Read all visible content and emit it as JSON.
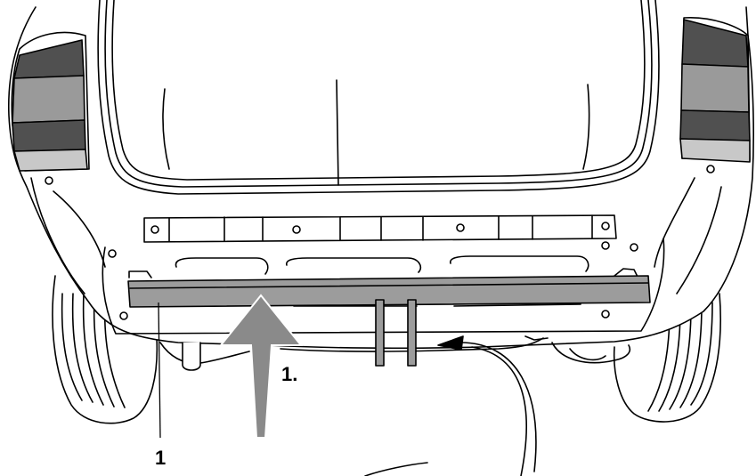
{
  "labels": {
    "callout_part": "1",
    "step": "1."
  },
  "colors": {
    "line": "#000000",
    "background": "#ffffff",
    "taillight_dark": "#505050",
    "taillight_mid": "#9a9a9a",
    "taillight_light": "#c8c8c8",
    "bumper_beam": "#9c9c9c",
    "arrow_fill": "#8a8a8a"
  },
  "parts": {
    "left_taillight": "left-taillight-icon",
    "right_taillight": "right-taillight-icon",
    "bumper_beam": "rear-bumper-beam",
    "tailgate": "tailgate-outline",
    "wheels": "rear-wheel-icon",
    "tow_brackets": "tow-bracket-icon",
    "direction_arrow": "install-direction-arrow"
  }
}
